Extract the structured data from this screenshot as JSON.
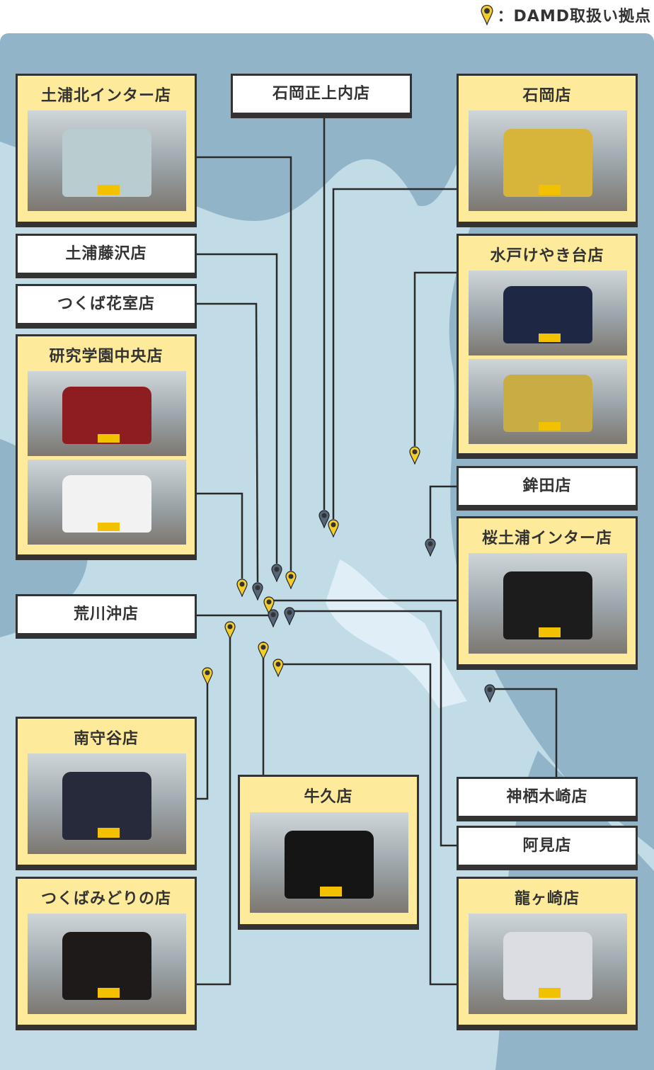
{
  "legend": {
    "label": "：DAMD取扱い拠点",
    "pin_color": "#f5cd2a"
  },
  "colors": {
    "sea": "#92b4c8",
    "land": "#c1dce6",
    "lake": "#e0eff7",
    "card_yellow": "#fdea9b",
    "pin_yellow": "#f5cd2a",
    "pin_gray": "#56667a"
  },
  "stores": [
    {
      "name": "土浦北インター店",
      "damd": true
    },
    {
      "name": "石岡正上内店",
      "damd": false
    },
    {
      "name": "石岡店",
      "damd": true
    },
    {
      "name": "土浦藤沢店",
      "damd": false
    },
    {
      "name": "つくば花室店",
      "damd": false
    },
    {
      "name": "水戸けやき台店",
      "damd": true
    },
    {
      "name": "研究学園中央店",
      "damd": true
    },
    {
      "name": "鉾田店",
      "damd": false
    },
    {
      "name": "桜土浦インター店",
      "damd": true
    },
    {
      "name": "荒川沖店",
      "damd": false
    },
    {
      "name": "南守谷店",
      "damd": true
    },
    {
      "name": "牛久店",
      "damd": true
    },
    {
      "name": "神栖木崎店",
      "damd": false
    },
    {
      "name": "阿見店",
      "damd": false
    },
    {
      "name": "つくばみどりの店",
      "damd": true
    },
    {
      "name": "龍ヶ崎店",
      "damd": true
    }
  ]
}
